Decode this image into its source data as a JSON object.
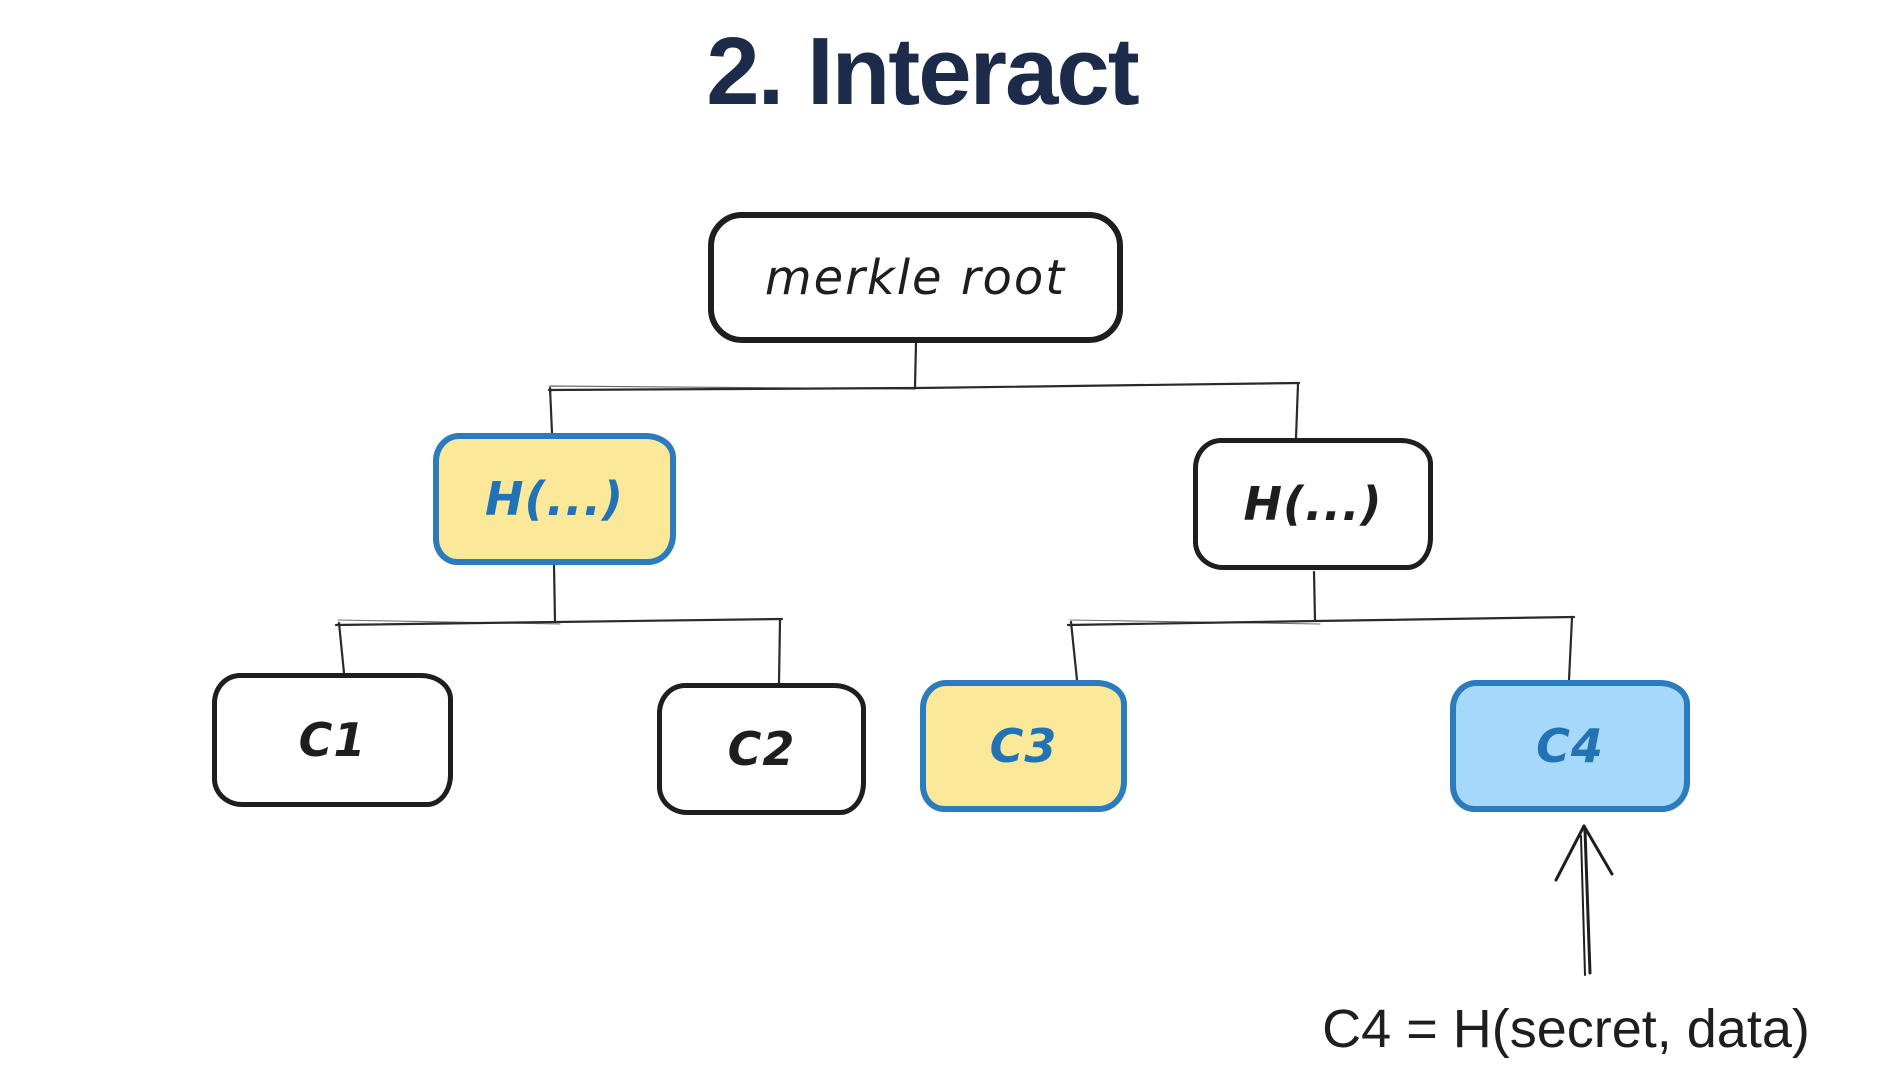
{
  "title": {
    "text": "2. Interact",
    "color": "#1c2b4a"
  },
  "tree": {
    "root": {
      "label": "merkle root",
      "fill": "#ffffff",
      "stroke": "#1e1e1e"
    },
    "level1": [
      {
        "label": "H(...)",
        "fill": "#fbe898",
        "stroke": "#2b7cbf",
        "text_color": "#2273b5",
        "highlighted": true
      },
      {
        "label": "H(...)",
        "fill": "#ffffff",
        "stroke": "#1e1e1e",
        "text_color": "#1e1e1e",
        "highlighted": false
      }
    ],
    "leaves": [
      {
        "label": "C1",
        "fill": "#ffffff",
        "stroke": "#1e1e1e",
        "text_color": "#1e1e1e",
        "highlighted": false
      },
      {
        "label": "C2",
        "fill": "#ffffff",
        "stroke": "#1e1e1e",
        "text_color": "#1e1e1e",
        "highlighted": false
      },
      {
        "label": "C3",
        "fill": "#fbe898",
        "stroke": "#2b7cbf",
        "text_color": "#2273b5",
        "highlighted": true
      },
      {
        "label": "C4",
        "fill": "#a5d8fa",
        "stroke": "#2b7cbf",
        "text_color": "#2273b5",
        "highlighted": true
      }
    ]
  },
  "annotation": {
    "text": "C4 = H(secret, data)",
    "color": "#1e1e1e",
    "arrow_icon": "up-arrow"
  },
  "colors": {
    "title_navy": "#1c2b4a",
    "stroke_black": "#1e1e1e",
    "accent_blue": "#2b7cbf",
    "fill_yellow": "#fbe898",
    "fill_light_blue": "#a5d8fa",
    "background": "#ffffff"
  }
}
